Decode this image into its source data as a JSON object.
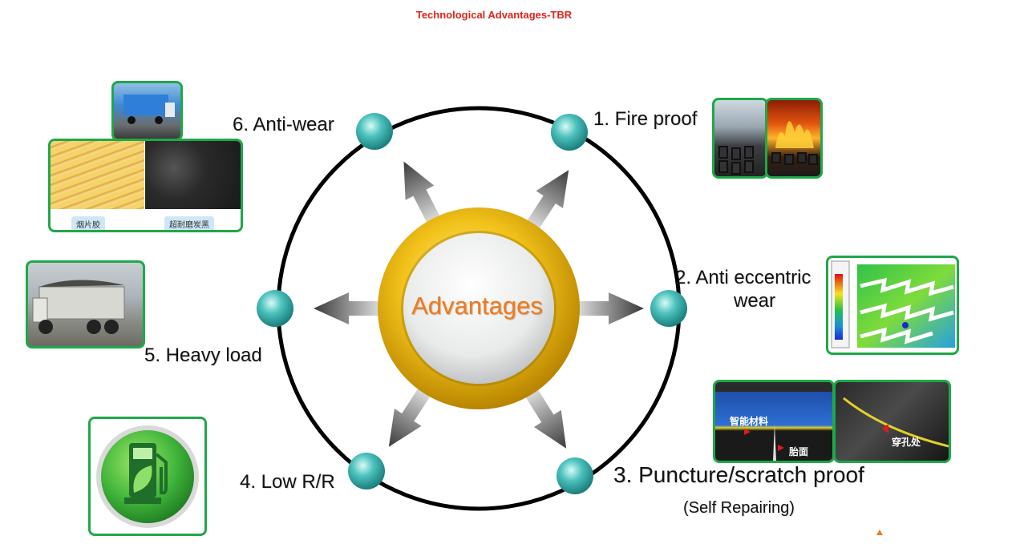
{
  "title": "Technological Advantages-TBR",
  "center": "Advantages",
  "items": [
    {
      "label": "1. Fire proof"
    },
    {
      "label_line1": "2. Anti eccentric",
      "label_line2": "wear"
    },
    {
      "label": "3. Puncture/scratch proof",
      "sublabel": "(Self Repairing)"
    },
    {
      "label": "4. Low R/R"
    },
    {
      "label": "5. Heavy load"
    },
    {
      "label": "6. Anti-wear"
    }
  ],
  "image_captions": {
    "anti_wear_left": "烟片胶",
    "anti_wear_right": "超耐磨炭黑",
    "puncture_left_title": "智能材料",
    "puncture_left_mark": "胎面",
    "puncture_right_mark": "穿孔处"
  },
  "colors": {
    "title": "#e0241b",
    "center_text": "#f07a1c",
    "frame": "#1fa84a",
    "node": "#2aa6a3",
    "ring": "#e8b512"
  }
}
